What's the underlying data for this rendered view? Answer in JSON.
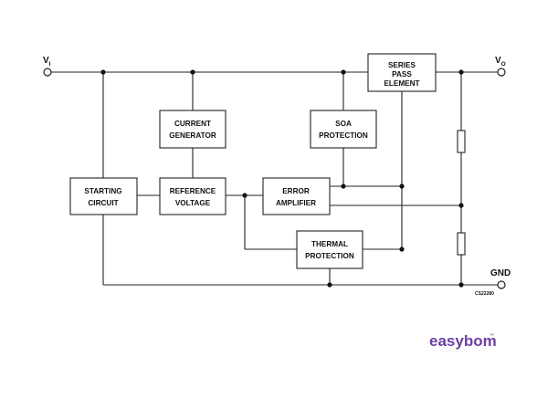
{
  "blocks": {
    "series_pass_element": [
      "SERIES",
      "PASS",
      "ELEMENT"
    ],
    "current_generator": [
      "CURRENT",
      "GENERATOR"
    ],
    "soa_protection": [
      "SOA",
      "PROTECTION"
    ],
    "starting_circuit": [
      "STARTING",
      "CIRCUIT"
    ],
    "reference_voltage": [
      "REFERENCE",
      "VOLTAGE"
    ],
    "error_amplifier": [
      "ERROR",
      "AMPLIFIER"
    ],
    "thermal_protection": [
      "THERMAL",
      "PROTECTION"
    ]
  },
  "terminals": {
    "input": {
      "main": "V",
      "sub": "I"
    },
    "output": {
      "main": "V",
      "sub": "O"
    },
    "ground": "GND"
  },
  "figure_code": "CS22280",
  "watermark": {
    "brand": "easybom",
    "tm": "™"
  }
}
